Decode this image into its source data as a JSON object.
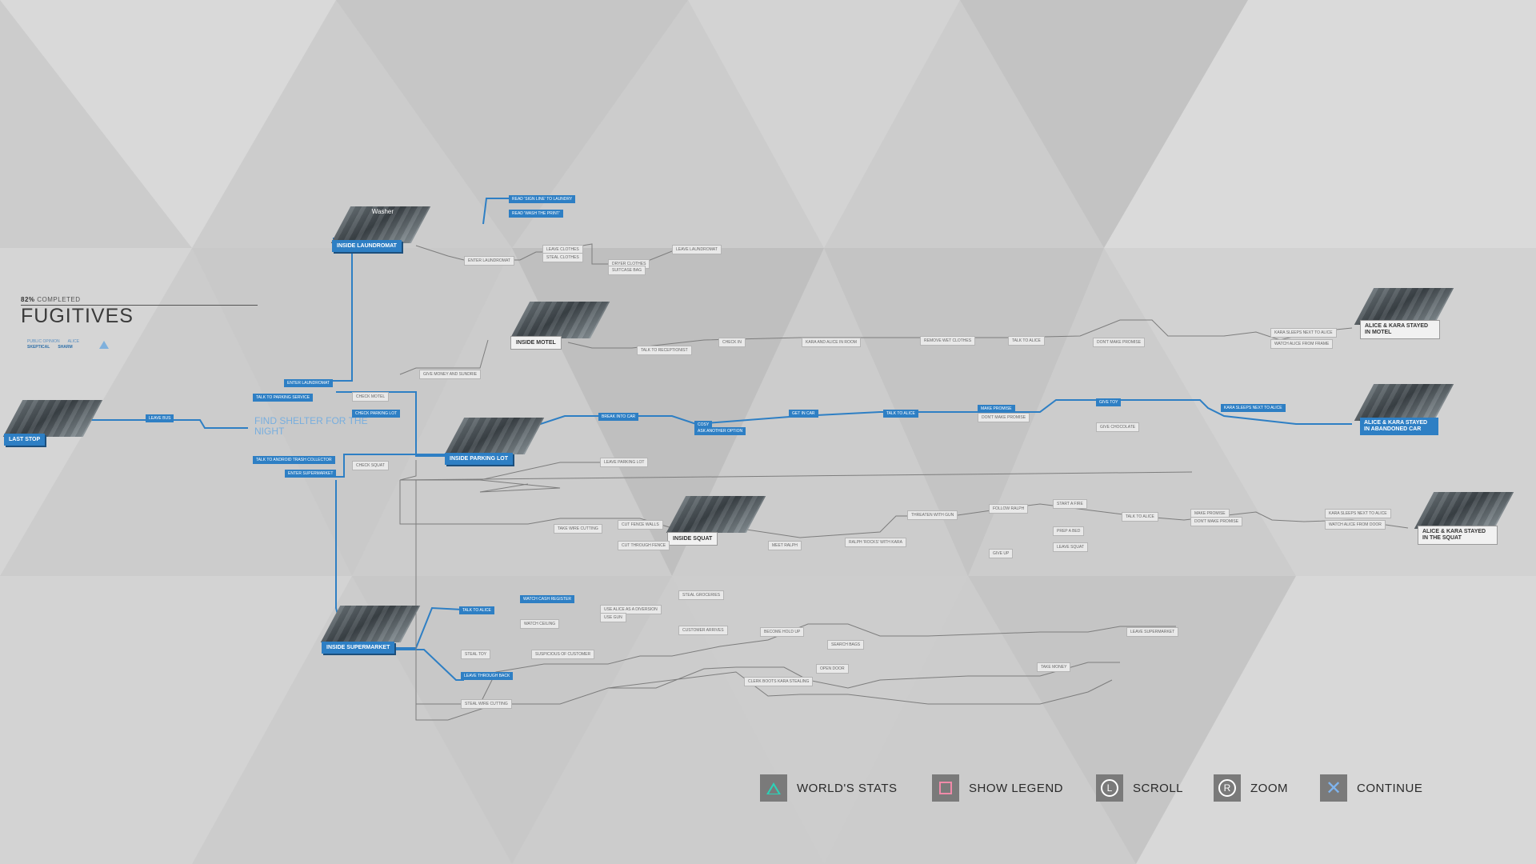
{
  "chapter": {
    "completion_pct": "82%",
    "completion_label": "COMPLETED",
    "title": "FUGITIVES",
    "public_opinion_label": "PUBLIC OPINION",
    "public_opinion_value": "SKEPTICAL",
    "alice_label": "ALICE",
    "alice_value": "SHARM"
  },
  "objective": "FIND SHELTER FOR THE NIGHT",
  "places": {
    "last_stop": "LAST STOP",
    "laundromat": "INSIDE LAUNDROMAT",
    "motel": "INSIDE MOTEL",
    "parking_lot": "INSIDE PARKING LOT",
    "squat": "INSIDE SQUAT",
    "supermarket": "INSIDE SUPERMARKET"
  },
  "thumb_text": "Washer",
  "endings": {
    "motel": "ALICE & KARA STAYED IN MOTEL",
    "car": "ALICE & KARA STAYED IN ABANDONED CAR",
    "squat": "ALICE & KARA STAYED IN THE SQUAT"
  },
  "nodes": {
    "leave_bus": "LEAVE BUS",
    "enter_laundromat": "ENTER LAUNDROMAT",
    "talk_parking": "TALK TO PARKING SERVICE",
    "check_motel": "CHECK MOTEL",
    "check_parking": "CHECK PARKING LOT",
    "talk_collector": "TALK TO ANDROID TRASH COLLECTOR",
    "enter_supermarket": "ENTER SUPERMARKET",
    "check_squat": "CHECK SQUAT",
    "read_sign": "READ 'SIGN LINE' TO LAUNDRY",
    "read_wash": "READ 'WASH THE PRINT'",
    "enter_laundromat2": "ENTER LAUNDROMAT",
    "leave_clothes": "LEAVE CLOTHES",
    "steal_clothes": "STEAL CLOTHES",
    "dryer_clothes": "DRYER CLOTHES",
    "suitcase_bag": "SUITCASE BAG",
    "leave_laundromat": "LEAVE LAUNDROMAT",
    "give_money": "GIVE MONEY AND SUNDRIE",
    "talk_receptionist": "TALK TO RECEPTIONIST",
    "check_in": "CHECK IN",
    "kara_alice_room": "KARA AND ALICE IN ROOM",
    "remove_wet_clothes": "REMOVE WET CLOTHES",
    "talk_alice": "TALK TO ALICE",
    "dont_make_promise": "DON'T MAKE PROMISE",
    "kara_sleeps_next": "KARA SLEEPS NEXT TO ALICE",
    "watch_alice_frame": "WATCH ALICE FROM FRAME",
    "break_into_car": "BREAK INTO CAR",
    "leave_parking": "LEAVE PARKING LOT",
    "cosy": "COSY",
    "ask_another_option": "ASK ANOTHER OPTION",
    "get_in_car": "GET IN CAR",
    "talk_alice2": "TALK TO ALICE",
    "make_promise": "MAKE PROMISE",
    "dont_make_promise2": "DON'T MAKE PROMISE",
    "give_toy": "GIVE TOY",
    "give_chocolate": "GIVE CHOCOLATE",
    "kara_sleeps_next2": "KARA SLEEPS NEXT TO ALICE",
    "take_wire_cutting": "TAKE WIRE CUTTING",
    "cut_fence_walls": "CUT FENCE WALLS",
    "cut_through_fence": "CUT THROUGH FENCE",
    "meet_ralph": "MEET RALPH",
    "ralph_rocks": "RALPH 'ROCKS' WITH KARA",
    "threaten_ralph": "THREATEN WITH GUN",
    "follow_ralph": "FOLLOW RALPH",
    "start_a_fire": "START A FIRE",
    "prep_bed": "PREP A BED",
    "give_up": "GIVE UP",
    "leave_squat": "LEAVE SQUAT",
    "talk_alice3": "TALK TO ALICE",
    "make_promise3": "MAKE PROMISE",
    "dont_make_promise3": "DON'T MAKE PROMISE",
    "kara_sleeps_next3": "KARA SLEEPS NEXT TO ALICE",
    "watch_alice_fire": "WATCH ALICE FROM DOOR",
    "talk_to_alice_sm": "TALK TO ALICE",
    "watch_cash": "WATCH CASH REGISTER",
    "watch_tv": "WATCH CEILING",
    "use_alice": "USE ALICE AS A DIVERSION",
    "use_gun": "USE GUN",
    "steal_groceries": "STEAL GROCERIES",
    "customer_arrives": "CUSTOMER ARRIVES",
    "become_hold": "BECOME HOLD UP",
    "search_bags": "SEARCH BAGS",
    "leave_supermarket": "LEAVE SUPERMARKET",
    "take_money": "TAKE MONEY",
    "steal_toy": "STEAL TOY",
    "leave_through": "LEAVE THROUGH BACK",
    "open_door": "OPEN DOOR",
    "clerk_boots": "CLERK BOOTS KARA STEALING",
    "cash_register": "SUSPICIOUS OF CUSTOMER",
    "steal_wire": "STEAL WIRE CUTTING"
  },
  "controls": [
    {
      "label": "WORLD'S STATS",
      "icon": "triangle-button-icon"
    },
    {
      "label": "SHOW LEGEND",
      "icon": "square-button-icon"
    },
    {
      "label": "SCROLL",
      "icon": "left-stick-icon",
      "glyph": "L"
    },
    {
      "label": "ZOOM",
      "icon": "right-stick-icon",
      "glyph": "R"
    },
    {
      "label": "CONTINUE",
      "icon": "cross-button-icon"
    }
  ]
}
